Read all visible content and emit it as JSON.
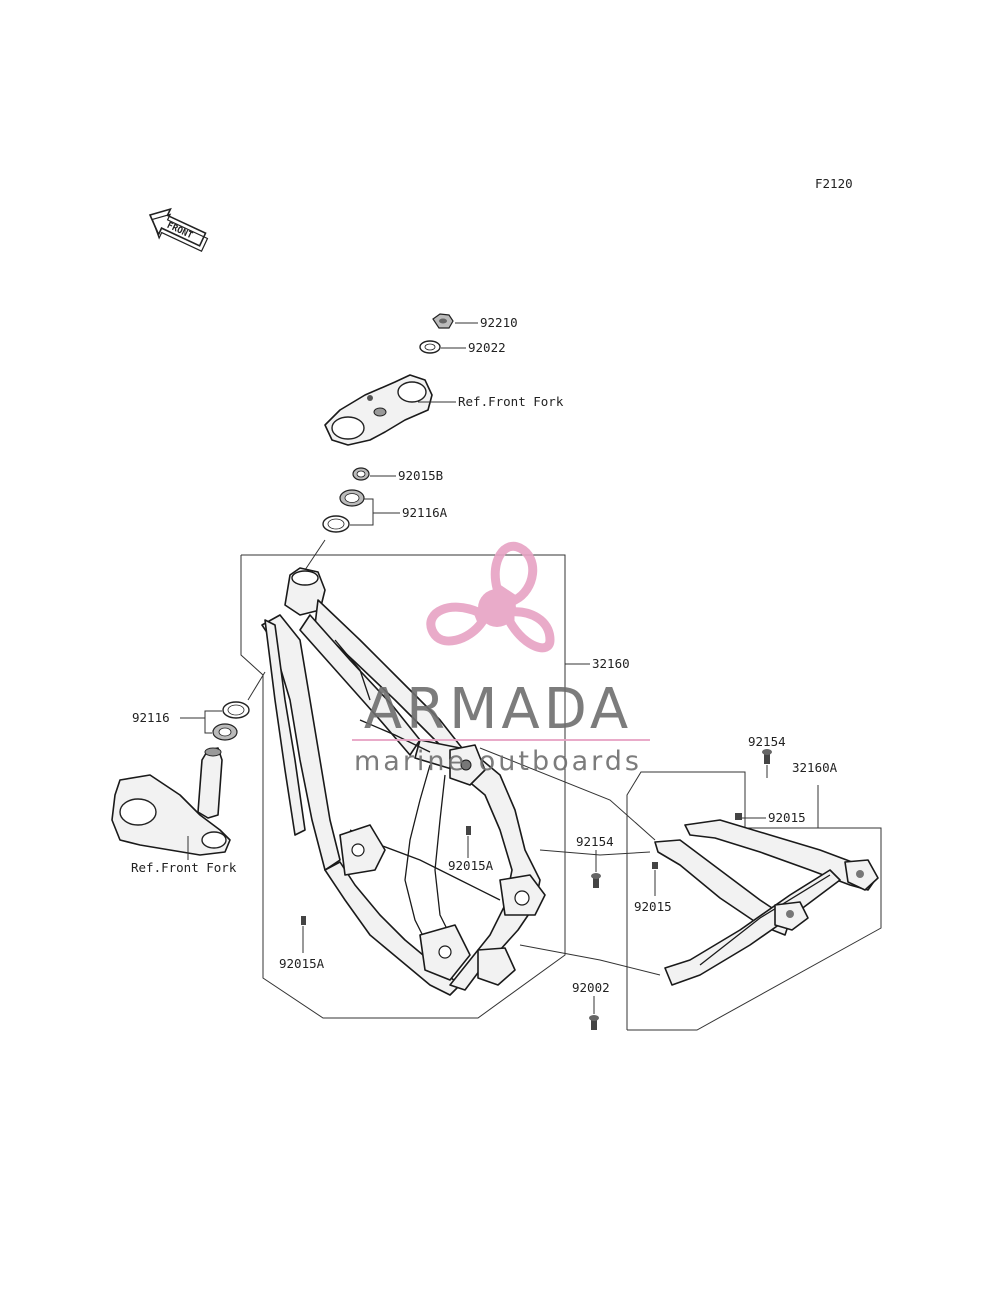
{
  "diagram_code": "F2120",
  "front_arrow_text": "FRONT",
  "watermark": {
    "brand": "ARMADA",
    "tagline": "marine outboards",
    "logo_color": "#e7a3c4",
    "text_color": "#6e6e6e"
  },
  "callouts": {
    "p92210": "92210",
    "p92022": "92022",
    "ref_fork_top": "Ref.Front Fork",
    "p92015B": "92015B",
    "p92116A": "92116A",
    "p32160": "32160",
    "p92116": "92116",
    "ref_fork_bottom": "Ref.Front Fork",
    "p92015A_mid": "92015A",
    "p92015A_low": "92015A",
    "p92154_top": "92154",
    "p32160A": "32160A",
    "p92015_right": "92015",
    "p92154_left": "92154",
    "p92015_mid": "92015",
    "p92002": "92002"
  }
}
